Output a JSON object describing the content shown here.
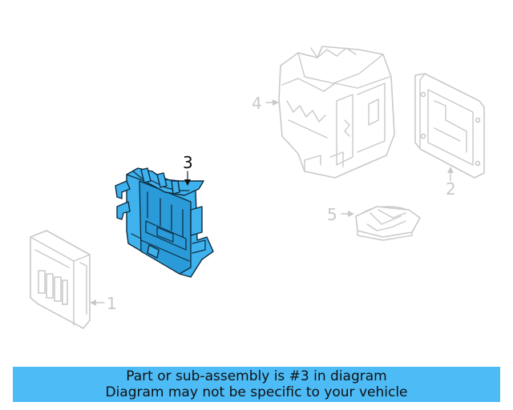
{
  "callouts": {
    "c1": "1",
    "c2": "2",
    "c3": "3",
    "c4": "4",
    "c5": "5"
  },
  "highlighted_part": "3",
  "colors": {
    "highlight": "#3fb2ee",
    "ghost": "#c9c9c9",
    "banner": "#4dbbf6"
  },
  "banner": {
    "line1": "Part or sub-assembly is #3 in diagram",
    "line2": "Diagram may not be specific to your vehicle"
  }
}
